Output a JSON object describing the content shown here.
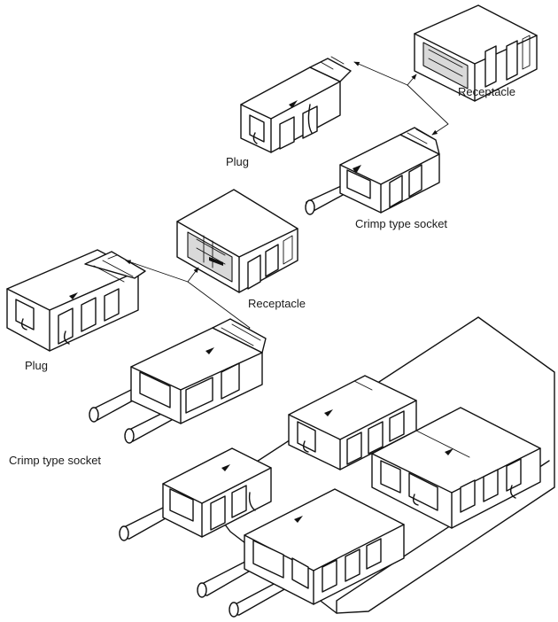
{
  "labels": {
    "receptacle_top": "Receptacle",
    "plug_top": "Plug",
    "crimp_top": "Crimp type socket",
    "receptacle_mid": "Receptacle",
    "plug_left": "Plug",
    "crimp_left": "Crimp type socket"
  }
}
